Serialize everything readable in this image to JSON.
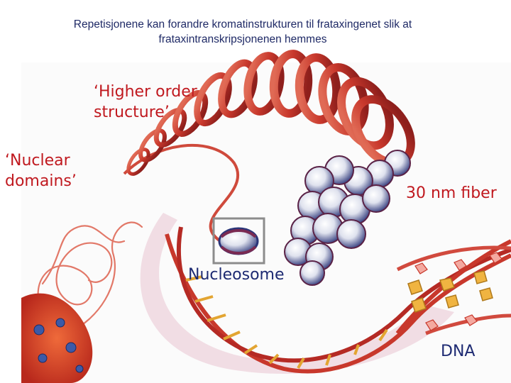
{
  "title": {
    "line1": "Repetisjonene kan forandre kromatinstrukturen til frataxingenet slik at",
    "line2": "frataxintranskripsjonenen hemmes"
  },
  "labels": {
    "higher_order_1": "‘Higher order",
    "higher_order_2": "structure’",
    "nuclear_1": "‘Nuclear",
    "nuclear_2": "domains’",
    "fiber": "30 nm fiber",
    "nucleosome": "Nucleosome",
    "dna": "DNA"
  },
  "colors": {
    "title_text": "#1f2a66",
    "label_red": "#c0191f",
    "label_navy": "#1d2a72",
    "chromatin_red": "#c8382c",
    "histone_navy": "#2b3578",
    "dna_rung": "#e3a532"
  }
}
